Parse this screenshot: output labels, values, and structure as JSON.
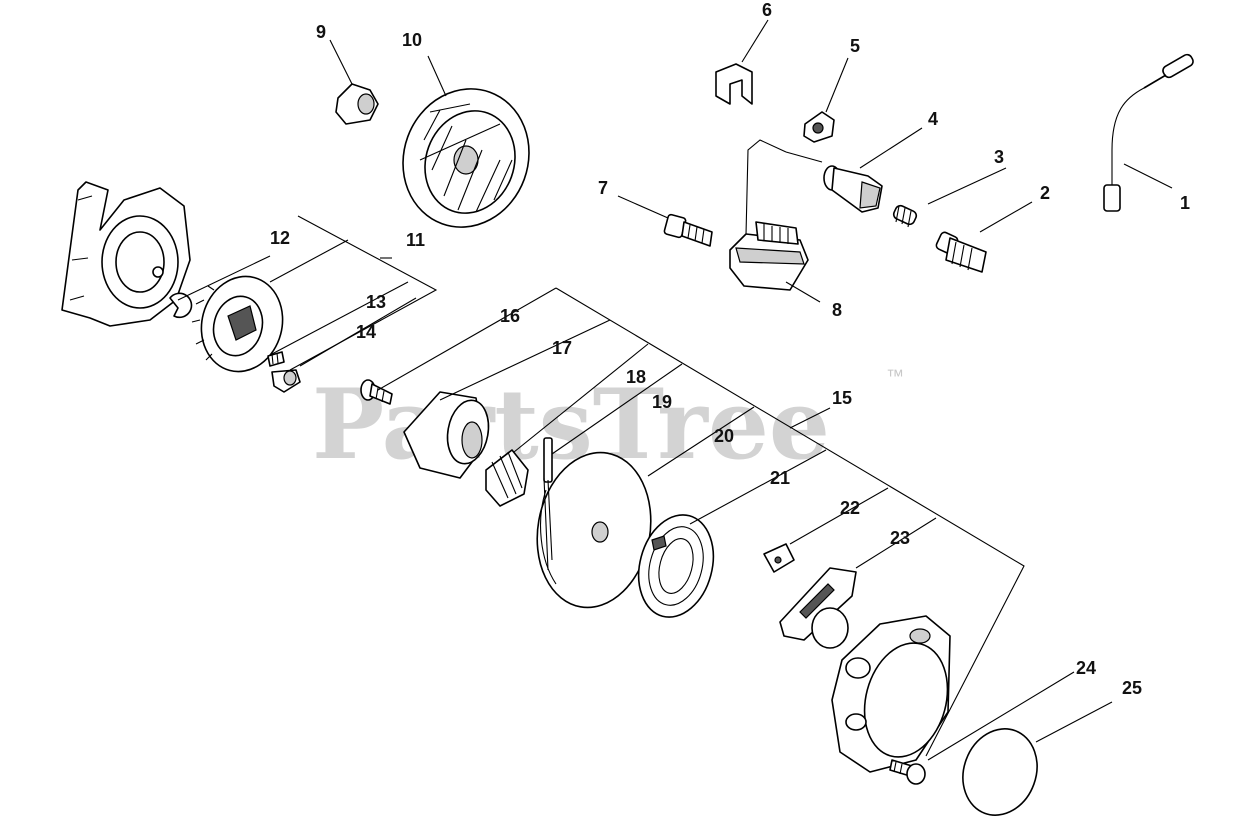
{
  "watermark": {
    "brand": "PartsTree",
    "trademark": "™"
  },
  "callouts": [
    {
      "id": "c1",
      "label": "1"
    },
    {
      "id": "c2",
      "label": "2"
    },
    {
      "id": "c3",
      "label": "3"
    },
    {
      "id": "c4",
      "label": "4"
    },
    {
      "id": "c5",
      "label": "5"
    },
    {
      "id": "c6",
      "label": "6"
    },
    {
      "id": "c7",
      "label": "7"
    },
    {
      "id": "c8",
      "label": "8"
    },
    {
      "id": "c9",
      "label": "9"
    },
    {
      "id": "c10",
      "label": "10"
    },
    {
      "id": "c11",
      "label": "11"
    },
    {
      "id": "c12",
      "label": "12"
    },
    {
      "id": "c13",
      "label": "13"
    },
    {
      "id": "c14",
      "label": "14"
    },
    {
      "id": "c15",
      "label": "15"
    },
    {
      "id": "c16",
      "label": "16"
    },
    {
      "id": "c17",
      "label": "17"
    },
    {
      "id": "c18",
      "label": "18"
    },
    {
      "id": "c19",
      "label": "19"
    },
    {
      "id": "c20",
      "label": "20"
    },
    {
      "id": "c21",
      "label": "21"
    },
    {
      "id": "c22",
      "label": "22"
    },
    {
      "id": "c23",
      "label": "23"
    },
    {
      "id": "c24",
      "label": "24"
    },
    {
      "id": "c25",
      "label": "25"
    }
  ]
}
